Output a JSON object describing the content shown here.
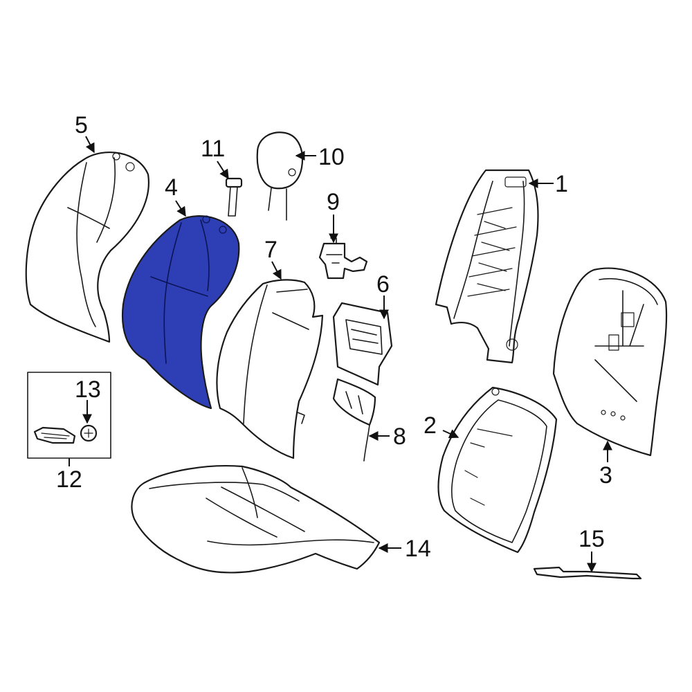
{
  "diagram": {
    "highlight_color": "#2e3fb5",
    "outline_color": "#1a1a1a",
    "highlighted_part": "4",
    "callouts": {
      "c1": "1",
      "c2": "2",
      "c3": "3",
      "c4": "4",
      "c5": "5",
      "c6": "6",
      "c7": "7",
      "c8": "8",
      "c9": "9",
      "c10": "10",
      "c11": "11",
      "c12": "12",
      "c13": "13",
      "c14": "14",
      "c15": "15"
    }
  }
}
